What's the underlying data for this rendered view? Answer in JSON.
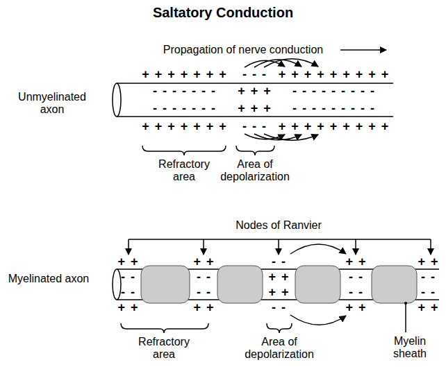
{
  "diagram": {
    "title": "Saltatory Conduction",
    "labels": [
      "Propagation of nerve conduction",
      "Unmyelinated axon",
      "+ + + + + + +",
      "- - -",
      "+ + + + + + + + +",
      "- - - - - - -",
      "+ + +",
      "- - - - - - - - -",
      "- - - - - - -",
      "+ + +",
      "- - - - - - - - -",
      "+ + + + + + +",
      "- - -",
      "+ + + + + + + + +",
      "Refractory area",
      "Area of depolarization",
      "Nodes of Ranvier",
      "Myelinated axon",
      "+ +",
      "+ +",
      "- -",
      "+ +",
      "+ +",
      "- -",
      "- -",
      "+ +",
      "- -",
      "- -",
      "- -",
      "- -",
      "+ +",
      "- -",
      "- -",
      "+ +",
      "+ +",
      "- -",
      "+ +",
      "+ +",
      "Refractory area",
      "Area of depolarization",
      "Myelin sheath"
    ]
  }
}
